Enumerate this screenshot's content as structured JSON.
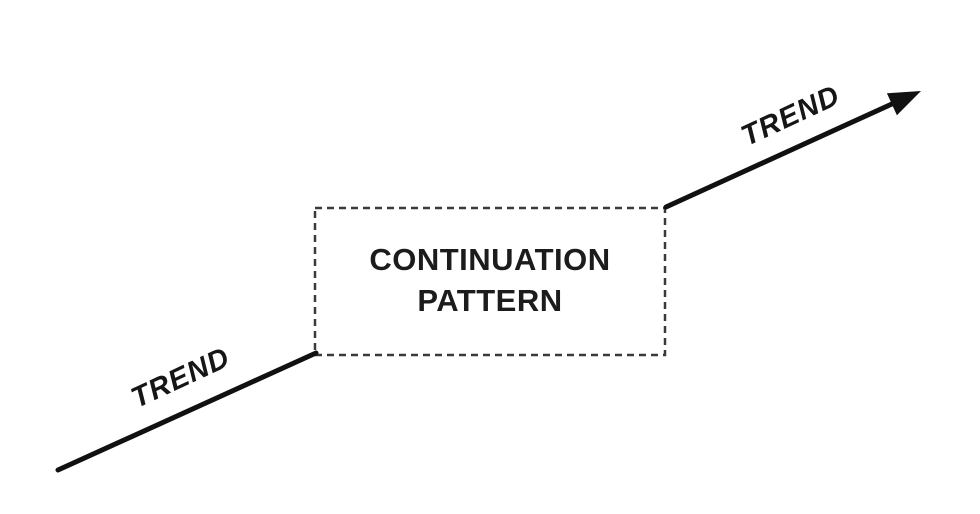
{
  "diagram": {
    "type": "continuation-pattern-schematic",
    "pattern_box": {
      "label_line1": "CONTINUATION",
      "label_line2": "PATTERN"
    },
    "trend_labels": {
      "lower": "TREND",
      "upper": "TREND"
    },
    "colors": {
      "background": "#ffffff",
      "trend_line": "#111111",
      "dashed_border": "#3a3a3a",
      "text": "#1c1c1c"
    }
  }
}
